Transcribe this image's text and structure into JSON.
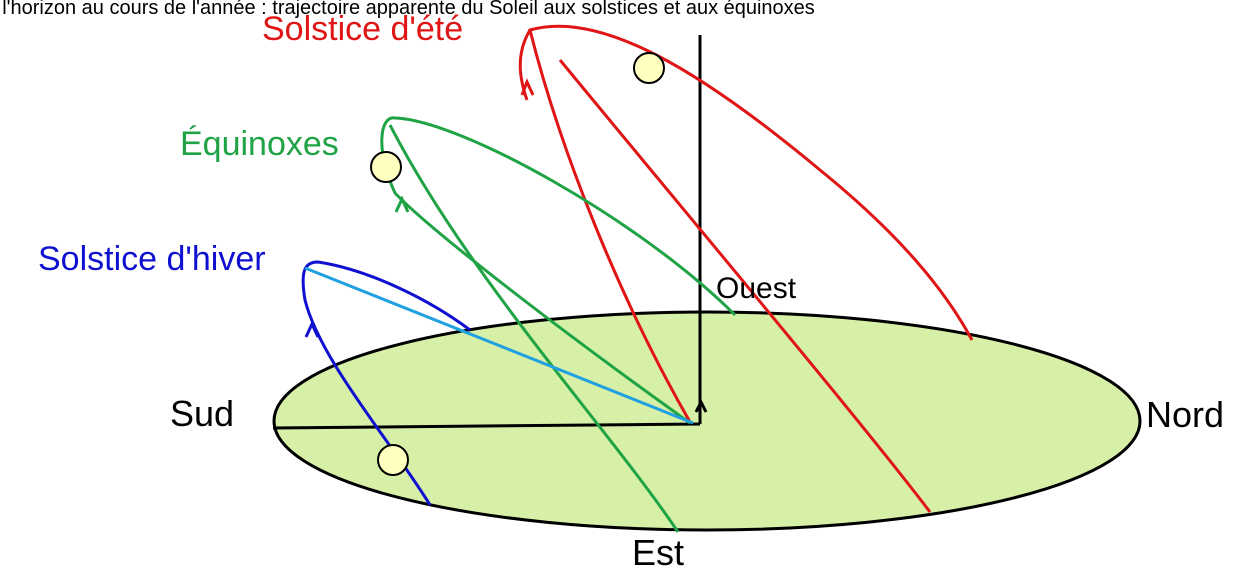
{
  "header": {
    "caption_fragment": "... l'horizon au cours de l'année : trajectoire apparente du Soleil aux solstices et aux équinoxes"
  },
  "labels": {
    "summer_solstice": "Solstice d'été",
    "equinoxes": "Équinoxes",
    "winter_solstice": "Solstice d'hiver",
    "west": "Ouest",
    "south": "Sud",
    "north": "Nord",
    "east": "Est"
  },
  "colors": {
    "summer": "#e01515",
    "equinox": "#1fa345",
    "winter": "#1010d0",
    "winter_light": "#1fa0e0",
    "horizon_fill": "#d7f0a8",
    "axis": "#000000",
    "sun": "#ffffc0"
  },
  "icons": [
    "sun-icon",
    "arrow-head-icon"
  ]
}
